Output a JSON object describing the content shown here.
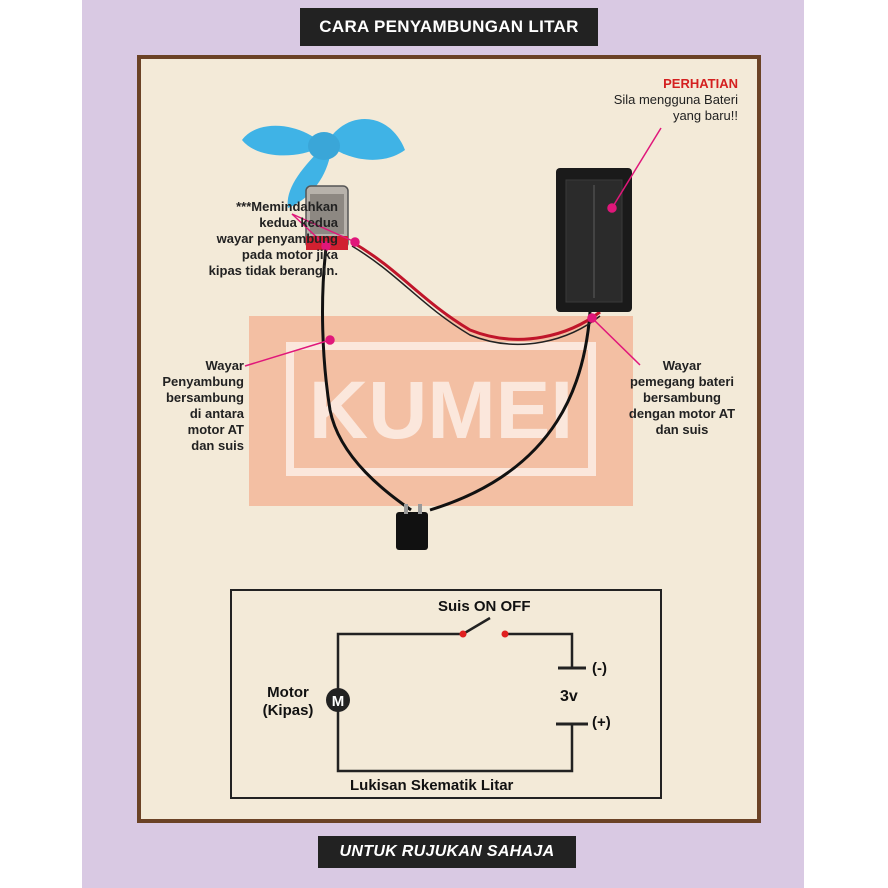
{
  "header": {
    "title": "CARA PENYAMBUNGAN LITAR"
  },
  "watermark": {
    "text": "KUMEI",
    "color": "#f2b79a"
  },
  "callouts": {
    "warning_title": "PERHATIAN",
    "warning_text": [
      "Sila mengguna Bateri",
      "yang baru!!"
    ],
    "motor_note": [
      "***Memindahkan",
      "kedua kedua",
      "wayar penyambung",
      "pada motor jika",
      "kipas tidak berangin."
    ],
    "left_wire": [
      "Wayar",
      "Penyambung",
      "bersambung",
      "di antara",
      "motor AT",
      "dan suis"
    ],
    "right_wire": [
      "Wayar",
      "pemegang bateri",
      "bersambung",
      "dengan motor AT",
      "dan suis"
    ]
  },
  "schematic": {
    "switch_label": "Suis ON OFF",
    "motor_symbol": "M",
    "motor_label": [
      "Motor",
      "(Kipas)"
    ],
    "battery_voltage": "3v",
    "negative_label": "(-)",
    "positive_label": "(+)",
    "caption": "Lukisan Skematik Litar"
  },
  "footer": {
    "text": "UNTUK RUJUKAN SAHAJA"
  },
  "colors": {
    "accent": "#e0177a",
    "warning": "#d42020",
    "fan": "#3fb3e6",
    "wire_red": "#c0152a",
    "frame": "#6b4226",
    "background": "#d9c9e3"
  }
}
